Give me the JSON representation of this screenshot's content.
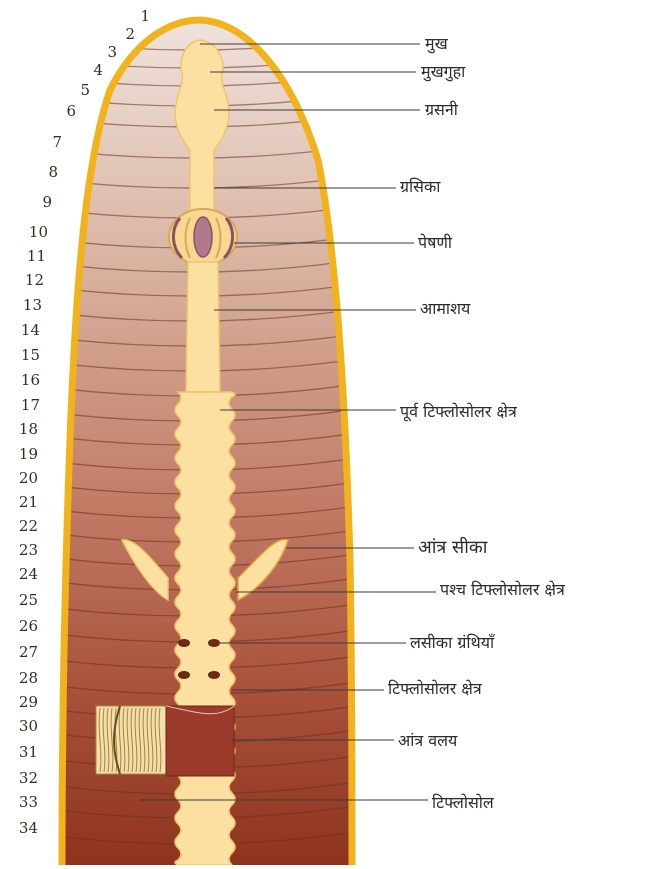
{
  "segment_numbers": [
    "1",
    "2",
    "3",
    "4",
    "5",
    "6",
    "7",
    "8",
    "9",
    "10",
    "11",
    "12",
    "13",
    "14",
    "15",
    "16",
    "17",
    "18",
    "19",
    "20",
    "21",
    "22",
    "23",
    "24",
    "25",
    "26",
    "27",
    "28",
    "29",
    "30",
    "31",
    "32",
    "33",
    "34"
  ],
  "labels": {
    "mouth": "मुख",
    "buccal_cavity": "मुखगुहा",
    "pharynx": "ग्रसनी",
    "oesophagus": "ग्रसिका",
    "gizzard": "पेषणी",
    "stomach": "आमाशय",
    "pre_typhlosolar": "पूर्व टिफ्लोसोलर क्षेत्र",
    "intestinal_caeca": "आंत्र सीका",
    "post_typhlosolar": "पश्च टिफ्लोसोलर क्षेत्र",
    "lymph_glands": "लसीका ग्रंथियाँ",
    "typhlosolar_region": "टिफ्लोसोलर क्षेत्र",
    "intestinal_ring": "आंत्र वलय",
    "typhlosole": "टिफ्लोसोल"
  },
  "colors": {
    "outline": "#f1b21c",
    "body_light": "#e8d6cb",
    "body_dark": "#9b3d24",
    "gut": "#fbe0a2",
    "gut_edge": "#f0c56a"
  }
}
